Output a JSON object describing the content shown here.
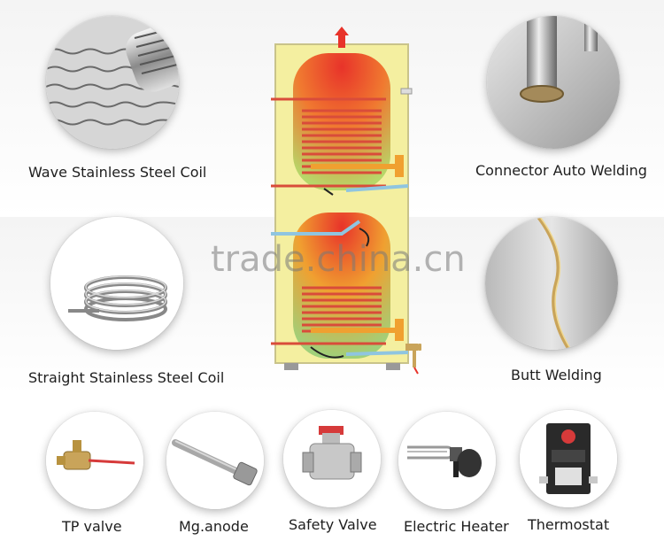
{
  "labels": {
    "wave_coil": "Wave Stainless Steel Coil",
    "connector_welding": "Connector Auto Welding",
    "straight_coil": "Straight Stainless Steel Coil",
    "butt_welding": "Butt Welding",
    "tp_valve": "TP valve",
    "mg_anode": "Mg.anode",
    "safety_valve": "Safety Valve",
    "electric_heater": "Electric Heater",
    "thermostat": "Thermostat"
  },
  "watermark": "trade.china.cn",
  "icons": {
    "wave_coil": "corrugated-pipe-icon",
    "connector": "welded-connector-icon",
    "straight_coil": "coiled-tube-icon",
    "butt": "weld-seam-icon",
    "tp_valve": "brass-valve-icon",
    "mg_anode": "anode-rod-icon",
    "safety_valve": "safety-valve-icon",
    "heater": "heating-element-icon",
    "thermostat": "thermostat-icon"
  },
  "colors": {
    "tank_body": "#f4efa0",
    "hot": "#e8332a",
    "warm": "#f0a030",
    "coil": "#d94c3a",
    "cold_pipe": "#8fc5e0"
  }
}
